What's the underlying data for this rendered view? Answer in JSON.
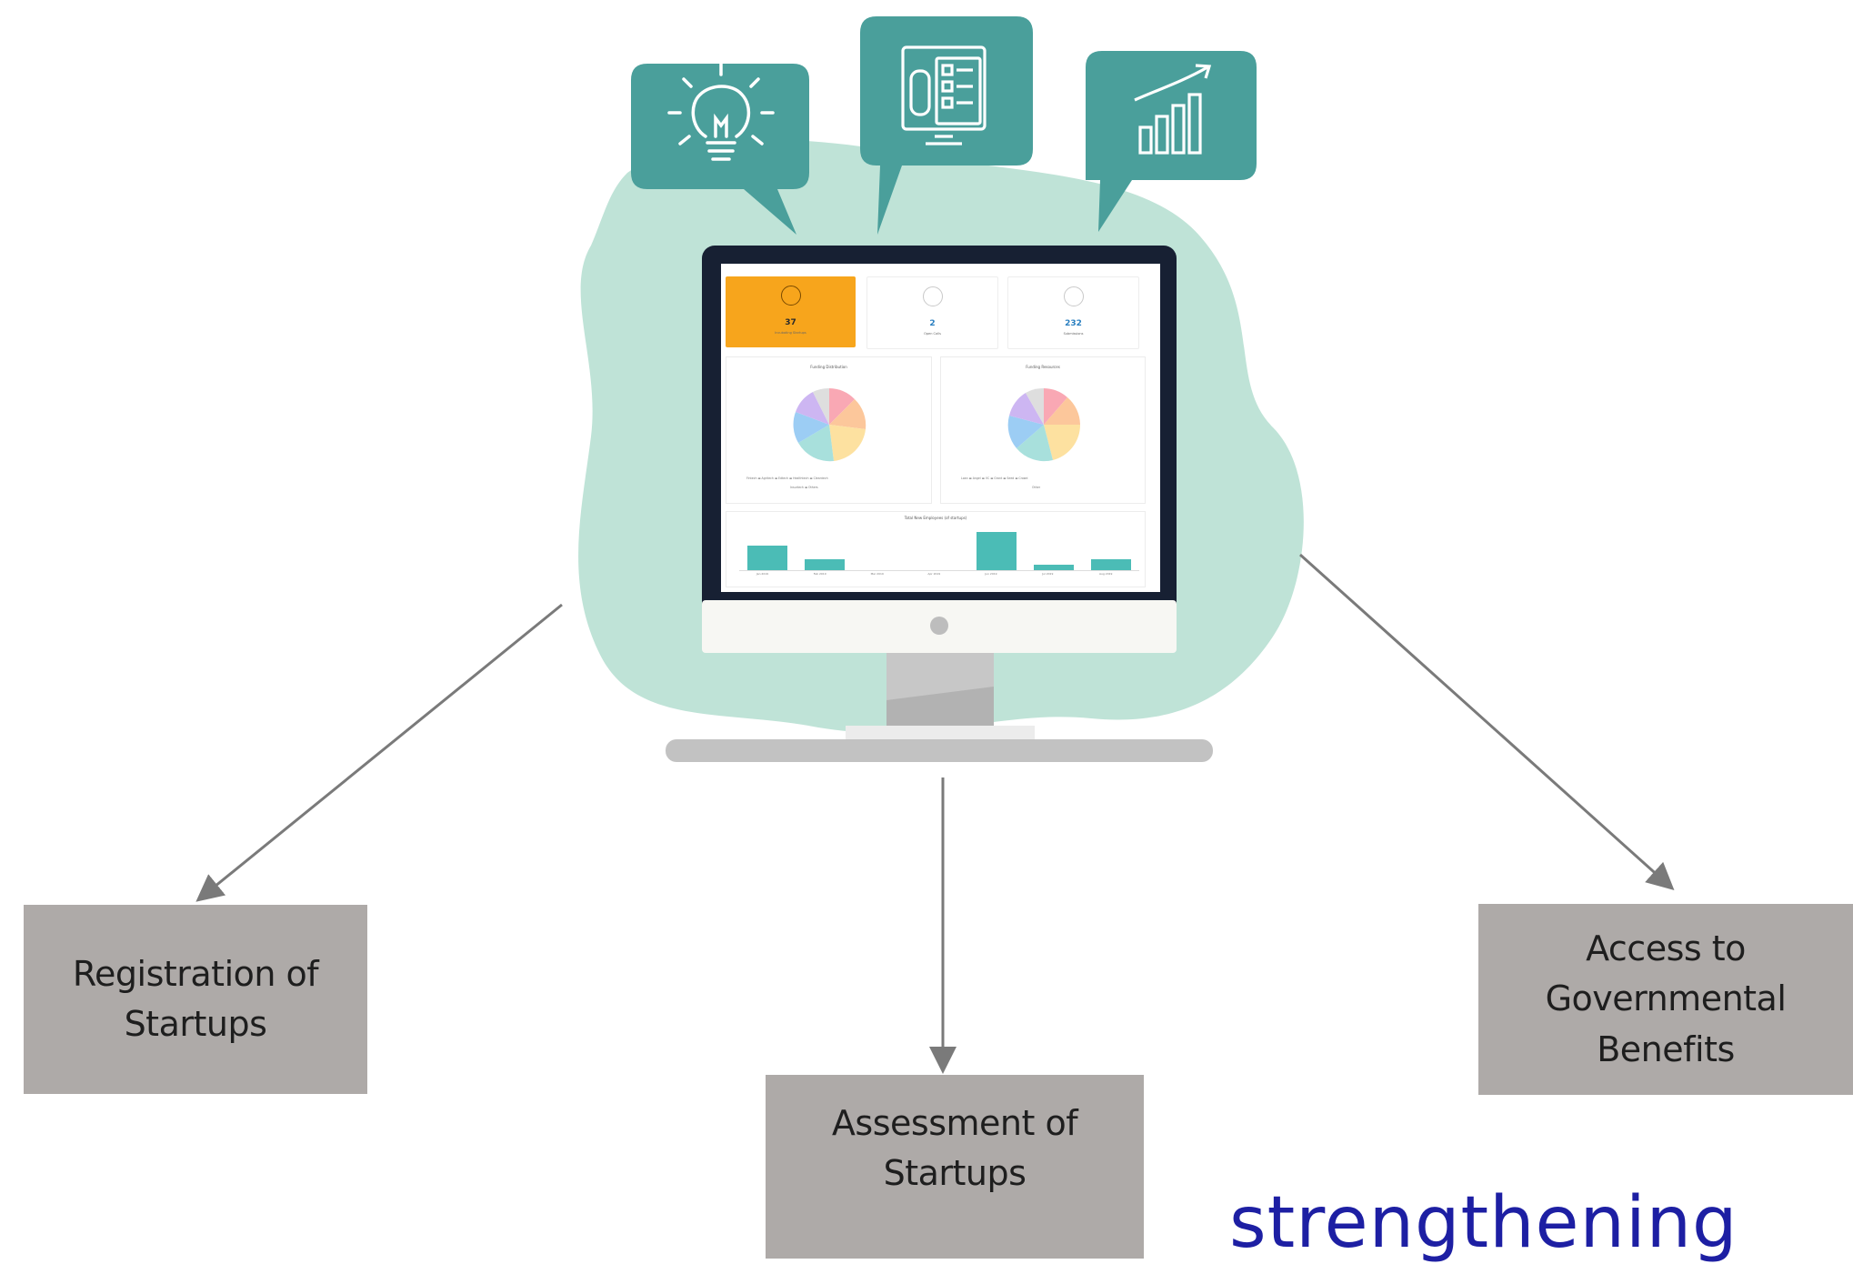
{
  "colors": {
    "teal_bubble": "#4a9f9b",
    "blob": "#bfe3d7",
    "monitor_frame": "#172033",
    "box_fill": "#aeaaa8",
    "arrow": "#7a7a7a",
    "accent_orange": "#f7a51c",
    "bottom_text": "#1d1fa3"
  },
  "bubbles": [
    {
      "icon": "lightbulb-icon"
    },
    {
      "icon": "checklist-monitor-icon"
    },
    {
      "icon": "growth-chart-icon"
    }
  ],
  "dashboard": {
    "kpis": [
      {
        "value": "37",
        "label": "Incubating Startups",
        "icon": "lightbulb-icon"
      },
      {
        "value": "2",
        "label": "Open Calls",
        "icon": "document-icon"
      },
      {
        "value": "232",
        "label": "Submissions",
        "icon": "document-icon"
      }
    ],
    "pie_left": {
      "title": "Funding Distribution",
      "legend": [
        "Fintech",
        "Agritech",
        "Edtech",
        "Healthtech",
        "Cleantech",
        "Insurtech",
        "Others"
      ]
    },
    "pie_right": {
      "title": "Funding Resources",
      "legend": [
        "Loan",
        "Angel",
        "VC",
        "Grant",
        "Seed",
        "Crowd",
        "Other"
      ]
    },
    "bar_chart": {
      "title": "Total New Employees (of startups)",
      "categories": [
        "Jan 2019",
        "Feb 2019",
        "Mar 2019",
        "Apr 2019",
        "Jun 2019",
        "Jul 2019",
        "Aug 2019"
      ],
      "values": [
        9,
        4,
        0,
        0,
        14,
        2,
        4
      ]
    }
  },
  "boxes": {
    "registration": [
      "Registration of",
      "Startups"
    ],
    "assessment": [
      "Assessment of",
      "Startups"
    ],
    "access": [
      "Access to",
      "Governmental",
      "Benefits"
    ]
  },
  "bottom_text": "strengthening"
}
